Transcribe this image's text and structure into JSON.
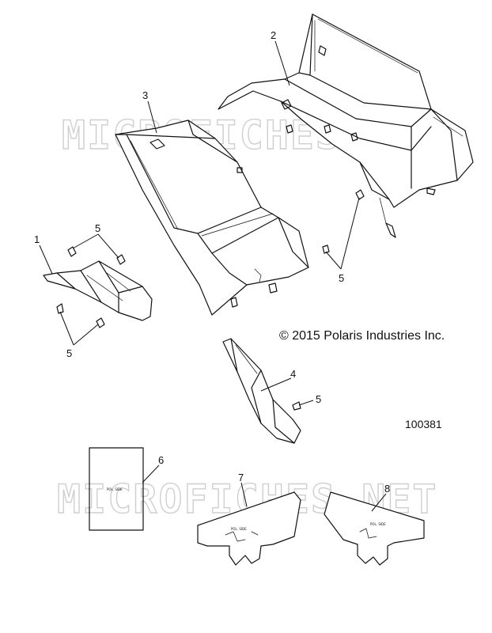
{
  "watermark": "MICROFICHES.NET",
  "copyright": "© 2015 Polaris Industries Inc.",
  "diagram_number": "100381",
  "decal_text": "POL. SIDE",
  "callouts": [
    {
      "id": "c1",
      "label": "1"
    },
    {
      "id": "c2",
      "label": "2"
    },
    {
      "id": "c3",
      "label": "3"
    },
    {
      "id": "c4",
      "label": "4"
    },
    {
      "id": "c5a",
      "label": "5"
    },
    {
      "id": "c5b",
      "label": "5"
    },
    {
      "id": "c5c",
      "label": "5"
    },
    {
      "id": "c5d",
      "label": "5"
    },
    {
      "id": "c6",
      "label": "6"
    },
    {
      "id": "c7",
      "label": "7"
    },
    {
      "id": "c8",
      "label": "8"
    }
  ]
}
